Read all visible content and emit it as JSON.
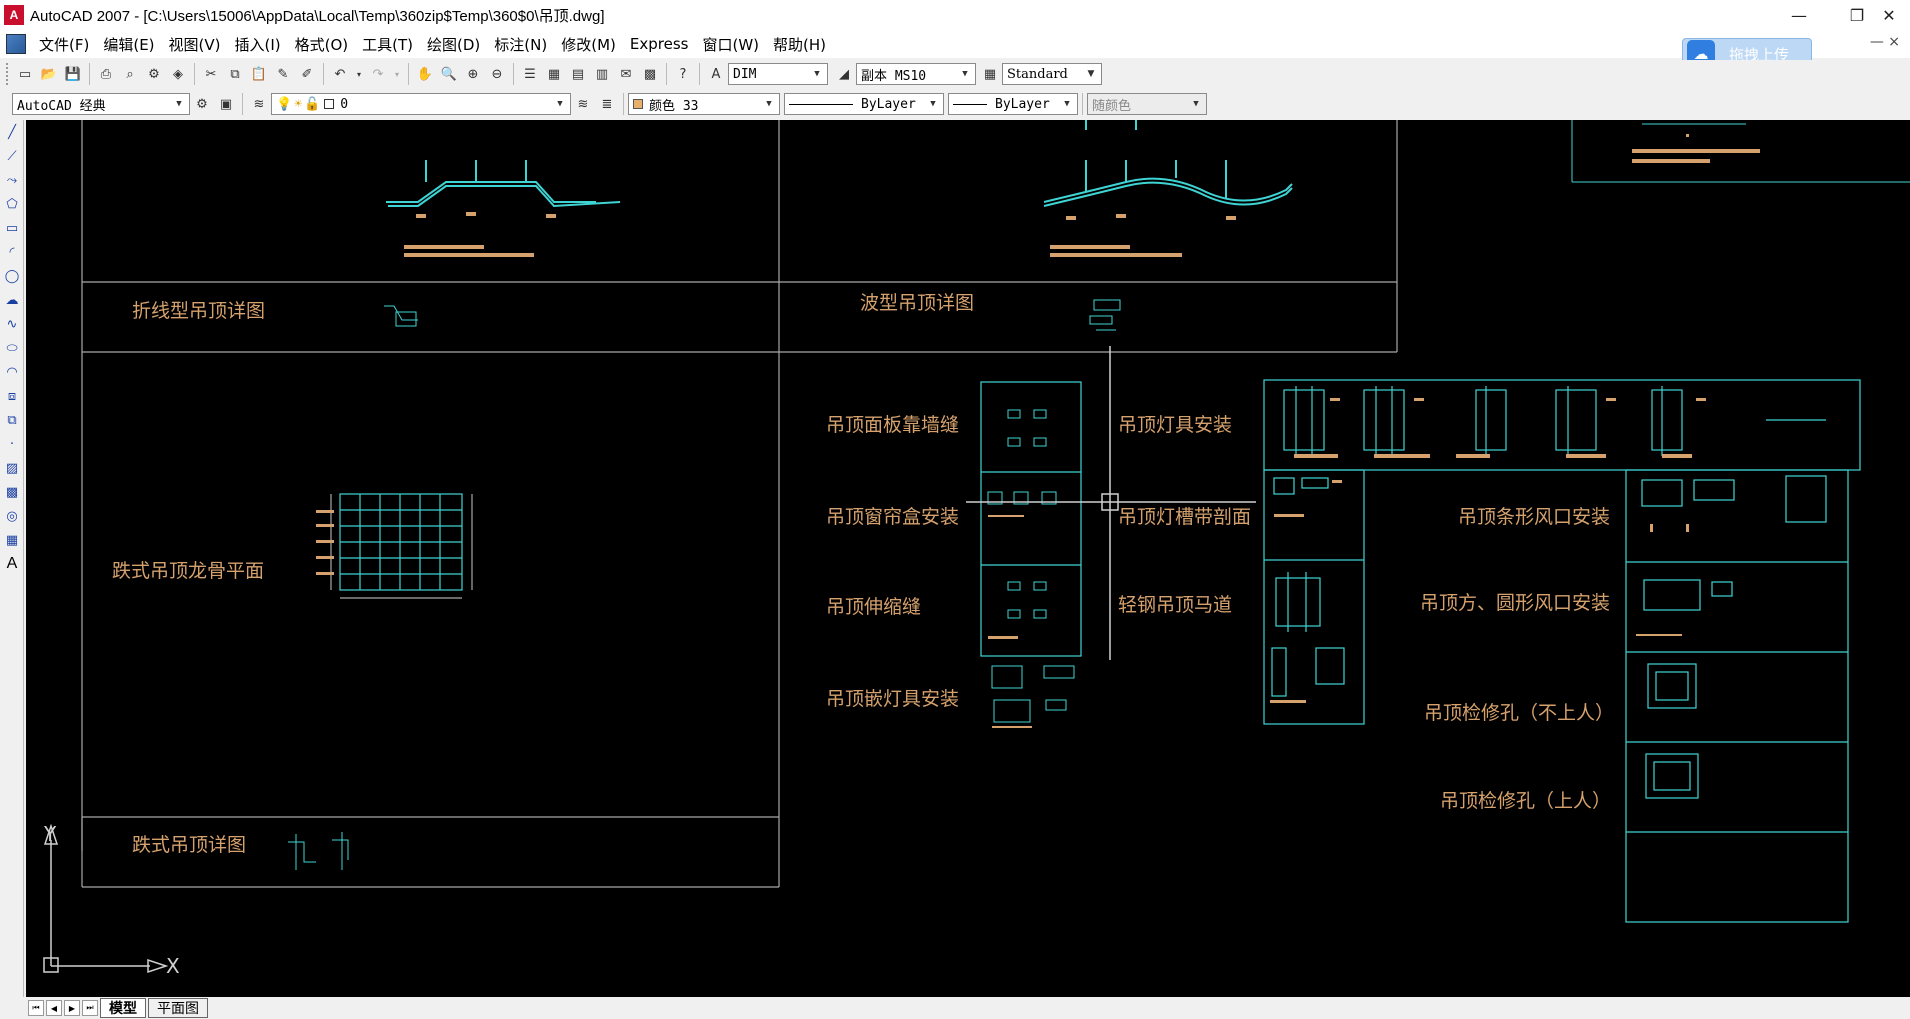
{
  "window": {
    "title": "AutoCAD 2007 - [C:\\Users\\15006\\AppData\\Local\\Temp\\360zip$Temp\\360$0\\吊顶.dwg]",
    "logo_letter": "A",
    "minimize": "—",
    "restore": "❐",
    "close": "✕"
  },
  "menu": {
    "items": [
      "文件(F)",
      "编辑(E)",
      "视图(V)",
      "插入(I)",
      "格式(O)",
      "工具(T)",
      "绘图(D)",
      "标注(N)",
      "修改(M)",
      "Express",
      "窗口(W)",
      "帮助(H)"
    ],
    "right_control": "— ×"
  },
  "upload": {
    "label": "拖拽上传"
  },
  "toolbar1": {
    "dim_style": "DIM",
    "text_style": "副本 MS10",
    "table_style": "Standard"
  },
  "toolbar2": {
    "workspace": "AutoCAD 经典",
    "layer": "0",
    "color": "颜色 33",
    "linetype": "ByLayer",
    "lineweight": "ByLayer",
    "plotstyle": "随颜色"
  },
  "left_tools": {
    "text_tool": "A"
  },
  "drawing": {
    "labels": [
      "折线型吊顶详图",
      "波型吊顶详图",
      "跌式吊顶龙骨平面",
      "跌式吊顶详图",
      "吊顶面板靠墙缝",
      "吊顶窗帘盒安装",
      "吊顶伸缩缝",
      "吊顶嵌灯具安装",
      "吊顶灯具安装",
      "吊顶灯槽带剖面",
      "轻钢吊顶马道",
      "吊顶条形风口安装",
      "吊顶方、圆形风口安装",
      "吊顶检修孔（不上人）",
      "吊顶检修孔（上人）"
    ],
    "ucs_y": "Y",
    "ucs_x": "X",
    "colors": {
      "background": "#000000",
      "frame": "#a8a8a8",
      "cyan": "#3fd4d4",
      "label": "#d5a16d"
    }
  },
  "tabs": {
    "model": "模型",
    "layout": "平面图"
  }
}
